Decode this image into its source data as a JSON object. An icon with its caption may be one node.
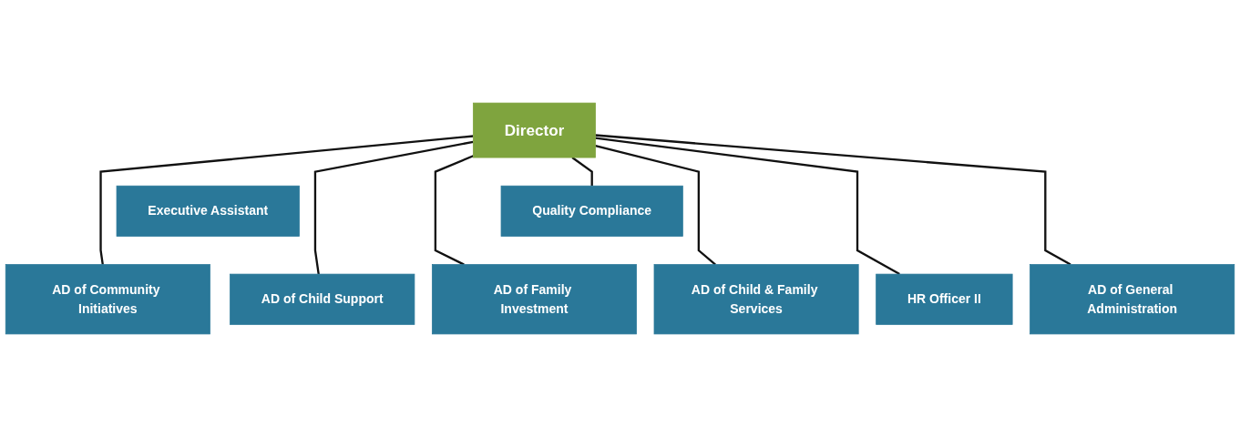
{
  "diagram": {
    "nodes": [
      {
        "text": [
          "Director"
        ]
      },
      {
        "text": [
          "Quality Compliance"
        ]
      },
      {
        "text": [
          "Executive Assistant"
        ]
      },
      {
        "text": [
          "AD of Community Initiatives"
        ]
      },
      {
        "text": [
          "AD of Child Support"
        ]
      },
      {
        "text": [
          "AD of Family Investment"
        ]
      },
      {
        "text": [
          "AD of Child & Family Services"
        ]
      },
      {
        "text": [
          "HR Officer II"
        ]
      },
      {
        "text": [
          "AD of General Administration"
        ]
      }
    ],
    "edges": [
      {
        "from": 0,
        "to": 1,
        "arrow": "none"
      },
      {
        "from": 0,
        "to": 3,
        "arrow": "none"
      },
      {
        "from": 0,
        "to": 4,
        "arrow": "none"
      },
      {
        "from": 0,
        "to": 5,
        "arrow": "none"
      },
      {
        "from": 0,
        "to": 6,
        "arrow": "none"
      },
      {
        "from": 0,
        "to": 7,
        "arrow": "none"
      },
      {
        "from": 0,
        "to": 8,
        "arrow": "none"
      }
    ]
  }
}
